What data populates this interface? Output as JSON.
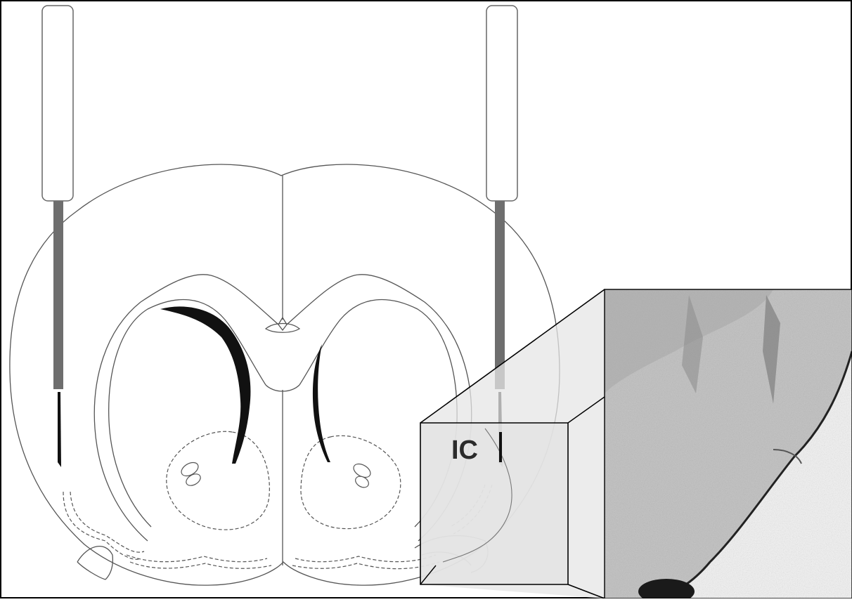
{
  "figure": {
    "region_label": "IC",
    "colors": {
      "outline": "#4a4a4a",
      "cannula_shaft": "#6e6e6e",
      "ventricle": "#111111",
      "inset_box": "#e6e6e6",
      "micrograph_tissue": "#c9c9c9",
      "micrograph_background": "#f3f3f3"
    },
    "elements": [
      "brain-section-outline",
      "left-cannula",
      "right-cannula",
      "left-injection-needle",
      "right-injection-needle",
      "magnification-box",
      "histology-micrograph"
    ]
  }
}
